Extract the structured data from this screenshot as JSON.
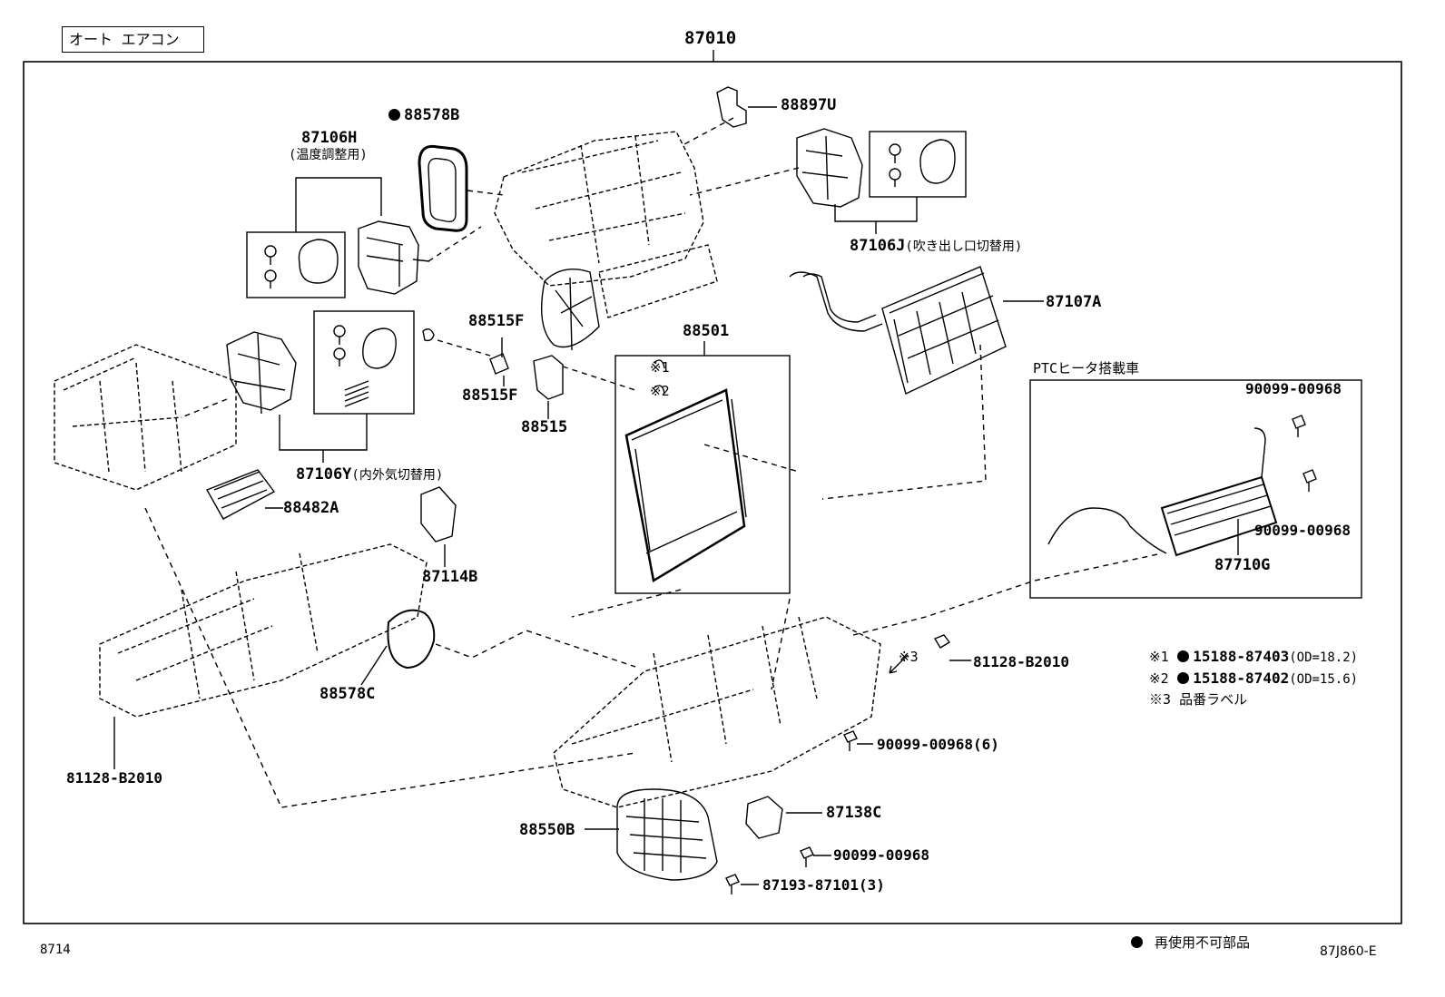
{
  "header": {
    "tag": "オート エアコン",
    "assembly": "87010"
  },
  "parts": {
    "p88897u": "88897U",
    "p88578b": "88578B",
    "p87106h": "87106H",
    "p87106h_note": "(温度調整用)",
    "p87106j": "87106J",
    "p87106j_note": "(吹き出し口切替用)",
    "p87107a": "87107A",
    "p88515f_a": "88515F",
    "p88515f_b": "88515F",
    "p88515": "88515",
    "p88501": "88501",
    "p87106y": "87106Y",
    "p87106y_note": "(内外気切替用)",
    "p88482a": "88482A",
    "p87114b": "87114B",
    "p88578c": "88578C",
    "p81128_left": "81128-B2010",
    "p81128_right": "81128-B2010",
    "p90099_6": "90099-00968(6)",
    "p87138c": "87138C",
    "p88550b": "88550B",
    "p90099_single": "90099-00968",
    "p87193": "87193-87101(3)",
    "mark1": "※1",
    "mark2": "※2",
    "mark3": "※3"
  },
  "ptc": {
    "title": "PTCヒータ搭載車",
    "bolt_top": "90099-00968",
    "bolt_bottom": "90099-00968",
    "heater": "87710G"
  },
  "notes": {
    "n1_mark": "※1",
    "n1_part": "15188-87403",
    "n1_od": "(OD=18.2)",
    "n2_mark": "※2",
    "n2_part": "15188-87402",
    "n2_od": "(OD=15.6)",
    "n3_mark": "※3",
    "n3_text": "品番ラベル"
  },
  "footer": {
    "page": "8714",
    "legend": "再使用不可部品",
    "figure": "87J860-E"
  }
}
